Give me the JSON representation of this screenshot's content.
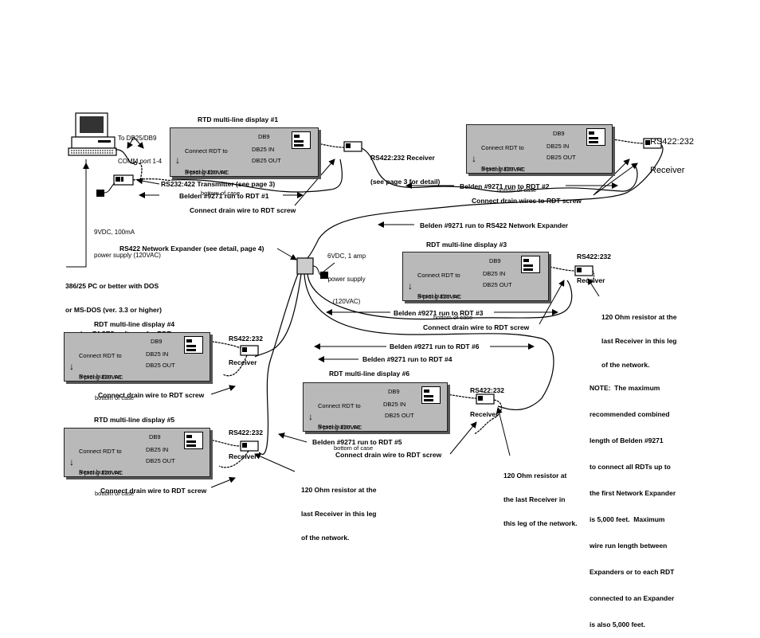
{
  "pc_note": {
    "line1": "To DB25/DB9",
    "line2": "COMM port 1-4"
  },
  "pc_desc": {
    "l1": "386/25 PC or better with DOS",
    "l2": "or MS-DOS (ver. 3.3 or higher)",
    "l3": "running FACTS software for RDTs"
  },
  "power9": {
    "l1": "9VDC, 100mA",
    "l2": "power supply (120VAC)"
  },
  "power6": {
    "l1": "6VDC, 1 amp",
    "l2": "power supply",
    "l3": "(120VAC)"
  },
  "transmitter_label": "RS232:422 Transmitter (see page 3)",
  "expander_label": "RS422 Network Expander (see detail, page 4)",
  "receiver1": {
    "l1": "RS422:232 Receiver",
    "l2": "(see page 3 for detail)"
  },
  "receiver_big": {
    "l1": "RS422:232",
    "l2": "Receiver"
  },
  "receiver_generic": {
    "l1": "RS422:232",
    "l2": "Receiver"
  },
  "display_common": {
    "connect1": "Connect RDT to",
    "connect2": "3-prong 120VAC",
    "reset1": "Reset button on",
    "reset2": "bottom of case",
    "db9": "DB9",
    "db25in": "DB25 IN",
    "db25out": "DB25 OUT"
  },
  "displays": {
    "d1": "RTD multi-line display #1",
    "d3": "RDT multi-line display #3",
    "d4": "RDT multi-line display #4",
    "d5": "RTD multi-line display #5",
    "d6": "RDT multi-line display #6"
  },
  "runs": {
    "r1": "Belden #9271 run to RDT #1",
    "r2": "Belden #9271 run to RDT #2",
    "r3": "Belden #9271 run to RDT #3",
    "r4": "Belden #9271 run to RDT #4",
    "r5": "Belden #9271 run to RDT #5",
    "r6": "Belden #9271 run to RDT #6",
    "rexp": "Belden #9271 run to RS422 Network Expander"
  },
  "drain": {
    "d1": "Connect drain wire to RDT screw",
    "d2": "Connect drain wires to RDT screw",
    "d3": "Connect drain wire to RDT screw",
    "d4": "Connect drain wire to RDT screw",
    "d5": "Connect drain wire to RDT screw",
    "d6": "Connect drain wire to RDT screw"
  },
  "resistor": {
    "l1": "120 Ohm resistor at the",
    "l2": "last Receiver in this leg",
    "l3": "of the network."
  },
  "resistor6": {
    "l1": "120 Ohm resistor at",
    "l2": "the last Receiver in",
    "l3": "this leg of the network."
  },
  "note": {
    "l1": "NOTE:  The maximum",
    "l2": "recommended combined",
    "l3": "length of Belden #9271",
    "l4": "to connect all RDTs up to",
    "l5": "the first Network Expander",
    "l6": "is 5,000 feet.  Maximum",
    "l7": "wire run length between",
    "l8": "Expanders or to each RDT",
    "l9": "connected to an Expander",
    "l10": "is also 5,000 feet."
  },
  "icons": [
    "computer-icon",
    "power-adapter-icon",
    "receiver-box-icon",
    "expander-box-icon",
    "arrow-icon",
    "down-arrow-icon"
  ],
  "colors": {
    "box": "#b9b9b9",
    "shadow": "#555555",
    "line": "#000000"
  }
}
